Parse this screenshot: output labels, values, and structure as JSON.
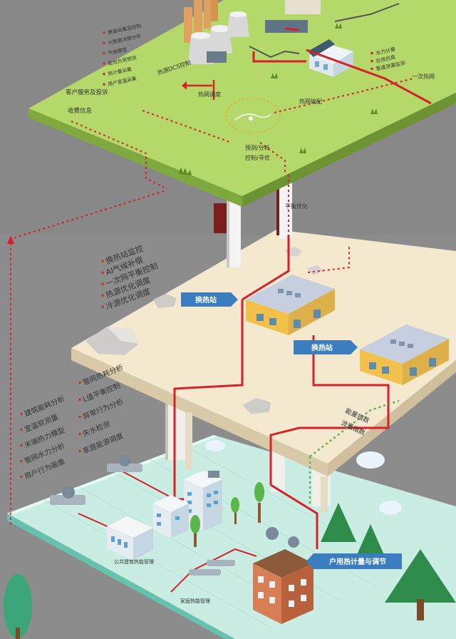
{
  "top_layer": {
    "left_list": [
      "数据采集及控制",
      "大数据决策分析",
      "气候模型",
      "能效负荷预测",
      "热计量采集",
      "用户室温采集"
    ],
    "left_labels": [
      "客户服务及投诉",
      "收费信息"
    ],
    "center_label": "热源DCS控制",
    "right_list": [
      "水力计算",
      "在线仿真",
      "管道泄漏监测"
    ],
    "dispatch": "热网调度",
    "distribute": "热网输配",
    "primary_net": "一次热网",
    "predict": [
      "预测/分析",
      "控制/寻优"
    ]
  },
  "balance_label": "平衡优化",
  "middle_layer": {
    "list": [
      "换热站监控",
      "AI气候补偿",
      "一次网平衡控制",
      "热源优化调度",
      "冷源优化调度"
    ],
    "station1": "换热站",
    "station2": "换热站",
    "energy": [
      "能量指数",
      "流量指数"
    ]
  },
  "bottom_layer": {
    "left_list": [
      "建筑能耗分析",
      "室温软测量",
      "末端热力模型",
      "管网水力分析",
      "用户行为画像"
    ],
    "right_list": [
      "管网热耗分析",
      "L值平衡控制",
      "异常行为分析",
      "失水检测",
      "家庭能源调度"
    ],
    "public_building": "公共建筑热能管理",
    "home": "家庭热能管理",
    "household_callout": "户用热计量与调节"
  },
  "colors": {
    "background": "#8a8a8a",
    "top_green": "#b5d86a",
    "middle_beige": "#f4e8cf",
    "bottom_teal": "#cdeee6",
    "pipe_red": "#d6212a",
    "callout_blue": "#3a7ebf",
    "dotted_green": "#5ab54a"
  }
}
